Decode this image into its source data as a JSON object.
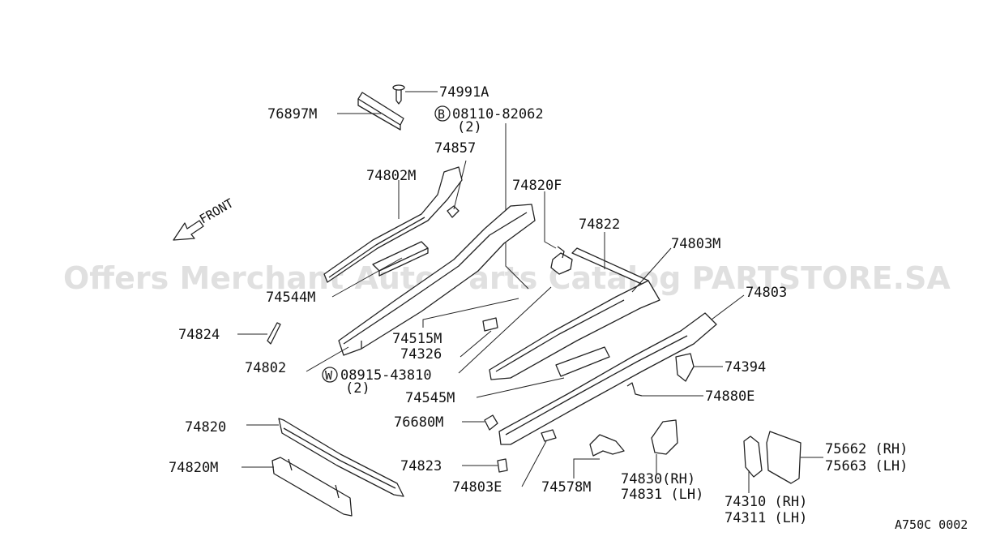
{
  "watermark": "Offers Merchant Auto Parts Catalog PARTSTORE.SA",
  "front_label": "FRONT",
  "diagram_code": "A750C 0002",
  "callouts": {
    "p74991A": "74991A",
    "p76897M": "76897M",
    "p08110": "08110-82062",
    "p08110_qty": "(2)",
    "p08110_prefix": "B",
    "p74857": "74857",
    "p74802M": "74802M",
    "p74820F": "74820F",
    "p74822": "74822",
    "p74803M": "74803M",
    "p74544M": "74544M",
    "p74803": "74803",
    "p74824": "74824",
    "p74515M": "74515M",
    "p74326": "74326",
    "p74802": "74802",
    "p08915": "08915-43810",
    "p08915_qty": "(2)",
    "p08915_prefix": "W",
    "p74394": "74394",
    "p74545M": "74545M",
    "p74880E": "74880E",
    "p76680M": "76680M",
    "p74820": "74820",
    "p75662": "75662 (RH)",
    "p75663": "75663 (LH)",
    "p74820M": "74820M",
    "p74823": "74823",
    "p74830": "74830(RH)",
    "p74831": "74831 (LH)",
    "p74803E": "74803E",
    "p74578M": "74578M",
    "p74310": "74310 (RH)",
    "p74311": "74311 (LH)"
  }
}
